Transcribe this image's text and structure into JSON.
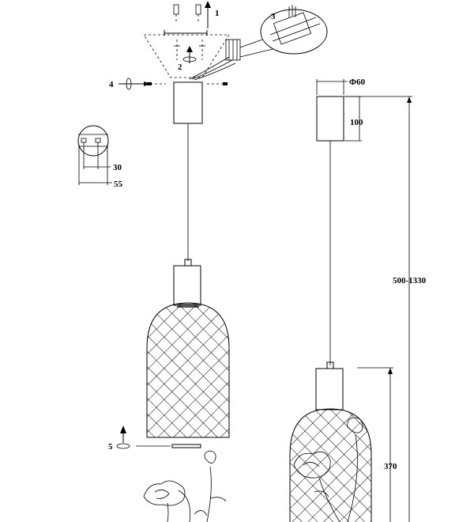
{
  "steps": {
    "step1": "1",
    "step2": "2",
    "step3": "3",
    "step4": "4",
    "step5": "5"
  },
  "dimensions": {
    "canopy_diameter": "Φ60",
    "canopy_height": "100",
    "cable_length": "500-1330",
    "shade_height": "370",
    "bracket_hole_spacing": "30",
    "bracket_width": "55"
  }
}
